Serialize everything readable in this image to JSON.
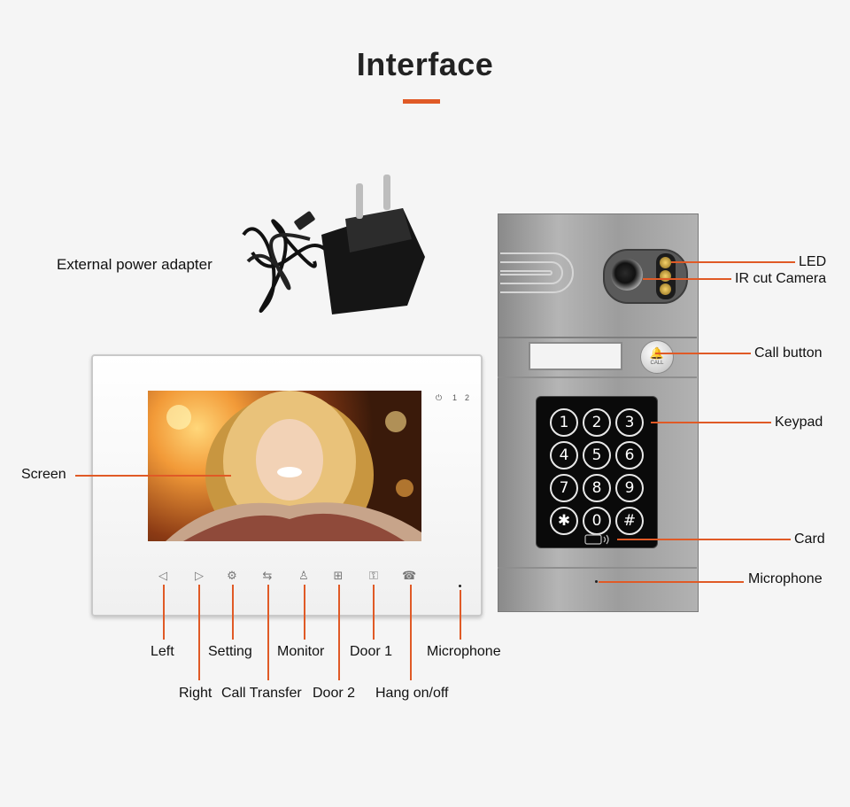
{
  "title": "Interface",
  "colors": {
    "accent": "#e05a26",
    "background": "#f5f5f5"
  },
  "labels": {
    "adapter": "External power adapter",
    "led": "LED",
    "ir_camera": "IR cut Camera",
    "call_button": "Call button",
    "keypad": "Keypad",
    "card": "Card",
    "microphone_panel": "Microphone",
    "screen": "Screen",
    "left": "Left",
    "setting": "Setting",
    "monitor": "Monitor",
    "door1": "Door 1",
    "microphone_monitor": "Microphone",
    "right": "Right",
    "call_transfer": "Call Transfer",
    "door2": "Door 2",
    "hang": "Hang on/off"
  },
  "monitor": {
    "indicators": [
      "⏻",
      "1",
      "2"
    ],
    "buttons": [
      {
        "name": "left-icon",
        "glyph": "◁"
      },
      {
        "name": "right-icon",
        "glyph": "▷"
      },
      {
        "name": "setting-icon",
        "glyph": "⚙"
      },
      {
        "name": "call-transfer-icon",
        "glyph": "⇆"
      },
      {
        "name": "monitor-icon",
        "glyph": "♙"
      },
      {
        "name": "door2-icon",
        "glyph": "⊞"
      },
      {
        "name": "door1-icon",
        "glyph": "⚿"
      },
      {
        "name": "hang-icon",
        "glyph": "☎"
      }
    ]
  },
  "panel": {
    "call_text": "CALL",
    "keys": [
      "1",
      "2",
      "3",
      "4",
      "5",
      "6",
      "7",
      "8",
      "9",
      "✱",
      "0",
      "#"
    ]
  }
}
